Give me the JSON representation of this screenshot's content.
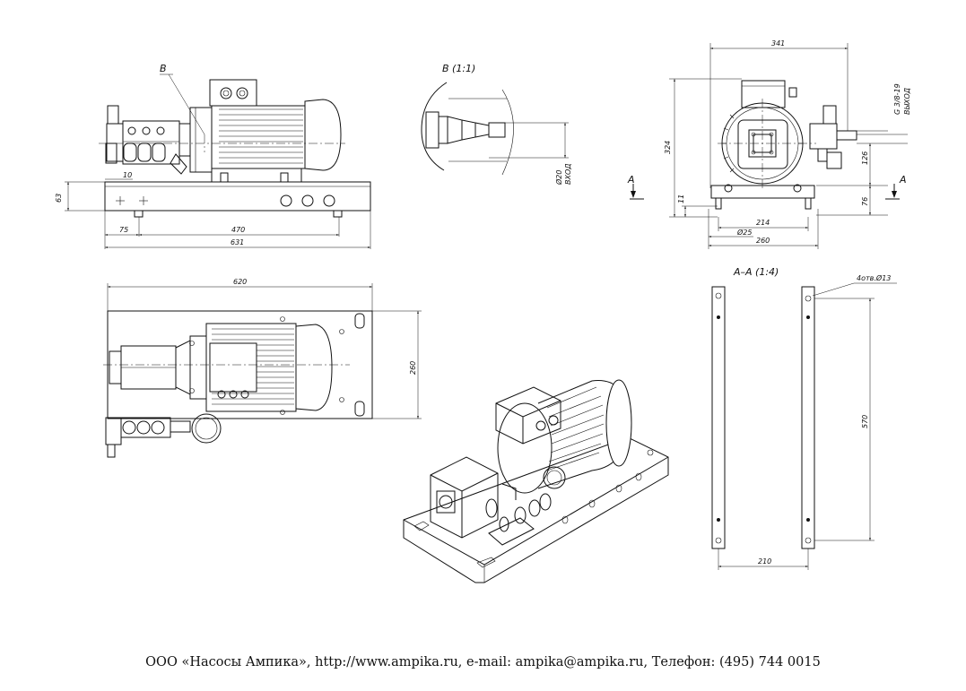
{
  "views": {
    "front": {
      "leader_label": "B",
      "dims": {
        "height": "63",
        "offset": "10",
        "left": "75",
        "span": "470",
        "total": "631"
      }
    },
    "detail": {
      "title": "B (1:1)",
      "dim_diameter": "Ø20",
      "inlet_label": "ВХОД"
    },
    "side": {
      "dims": {
        "width_top": "341",
        "height": "324",
        "outlet_thread": "G 3/8-19",
        "h126": "126",
        "h76": "76",
        "h11": "11",
        "w214": "214",
        "w25": "Ø25",
        "w260": "260"
      },
      "outlet_label": "ВЫХОД",
      "section_mark": "A"
    },
    "top": {
      "dims": {
        "width": "620",
        "depth": "260"
      }
    },
    "section": {
      "title": "A–A (1:4)",
      "holes_note": "4отв.Ø13",
      "dims": {
        "height": "570",
        "width": "210"
      }
    }
  },
  "footer": {
    "text": "ООО «Насосы Ампика», http://www.ampika.ru, e-mail: ampika@ampika.ru, Телефон: (495) 744 0015"
  }
}
